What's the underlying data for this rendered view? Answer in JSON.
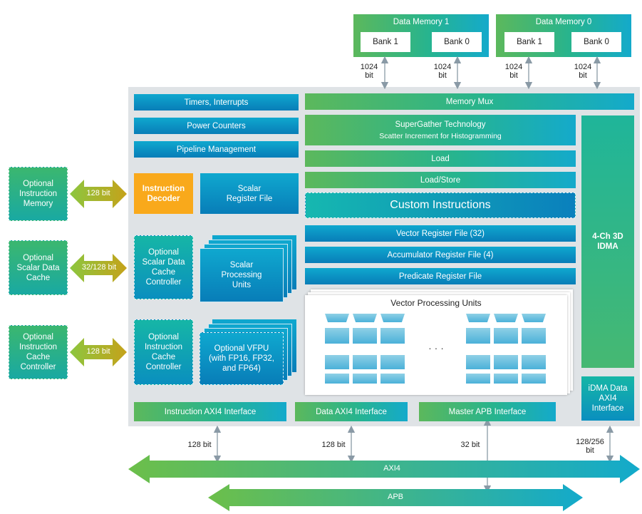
{
  "data_memory_1": {
    "title": "Data Memory 1",
    "bank_a": "Bank 1",
    "bank_b": "Bank 0"
  },
  "data_memory_0": {
    "title": "Data Memory 0",
    "bank_a": "Bank 1",
    "bank_b": "Bank 0"
  },
  "mem_bus_labels": [
    "1024\nbit",
    "1024\nbit",
    "1024\nbit",
    "1024\nbit"
  ],
  "left_blocks": {
    "timers": "Timers, Interrupts",
    "power": "Power Counters",
    "pipeline": "Pipeline Management",
    "decoder": "Instruction Decoder",
    "scalar_rf": "Scalar Register File",
    "scalar_cache_ctrl": "Optional Scalar Data Cache Controller",
    "scalar_pu": "Scalar Processing Units",
    "instr_cache_ctrl": "Optional Instruction Cache Controller",
    "vfpu": "Optional VFPU (with FP16, FP32, and FP64)"
  },
  "right_blocks": {
    "memory_mux": "Memory Mux",
    "supergather": "SuperGather Technology",
    "supergather_sub": "Scatter Increment for Histogramming",
    "load": "Load",
    "load_store": "Load/Store",
    "custom": "Custom Instructions",
    "vrf": "Vector Register File (32)",
    "arf": "Accumulator Register File (4)",
    "prf": "Predicate Register File",
    "vpu": "Vector Processing Units",
    "vpu_ellipsis": "· · ·",
    "idma": "4-Ch 3D IDMA",
    "idma_axi": "iDMA Data AXI4 Interface"
  },
  "external": {
    "instr_mem": "Optional Instruction Memory",
    "instr_mem_bus": "128 bit",
    "scalar_cache": "Optional Scalar Data Cache",
    "scalar_cache_bus": "32/128 bit",
    "instr_cache": "Optional Instruction Cache Controller",
    "instr_cache_bus": "128 bit"
  },
  "interfaces": {
    "instr_axi": "Instruction AXI4 Interface",
    "data_axi": "Data AXI4 Interface",
    "master_apb": "Master APB Interface"
  },
  "bottom_bus_labels": {
    "a": "128 bit",
    "b": "128 bit",
    "c": "32 bit",
    "d": "128/256\nbit"
  },
  "buses": {
    "axi4": "AXI4",
    "apb": "APB"
  }
}
